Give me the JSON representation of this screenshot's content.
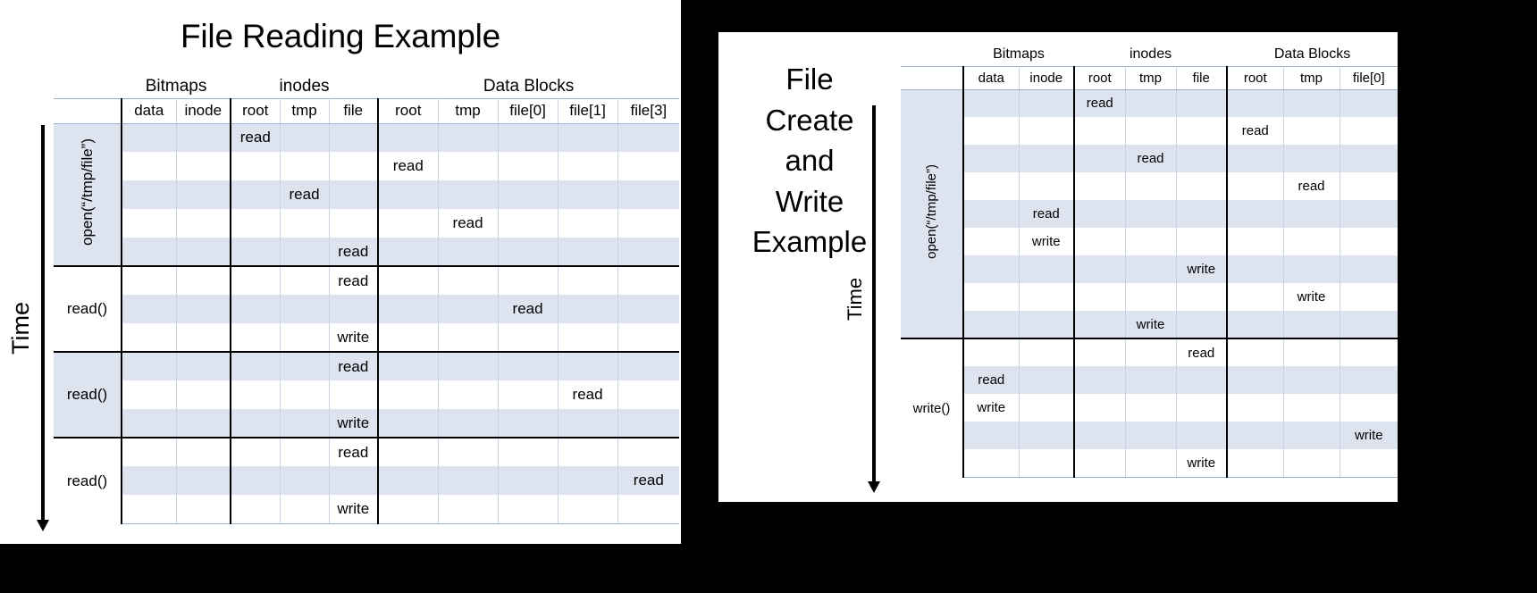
{
  "background_color": "#000000",
  "panel_color": "#ffffff",
  "shade_color": "#dee4ef",
  "rule_color": "#9bb3cf",
  "left_panel": {
    "title": "File Reading Example",
    "time_axis_label": "Time",
    "group_headers": [
      "",
      "Bitmaps",
      "inodes",
      "Data Blocks"
    ],
    "column_headers": [
      "data",
      "inode",
      "root",
      "tmp",
      "file",
      "root",
      "tmp",
      "file[0]",
      "file[1]",
      "file[3]"
    ],
    "operations": [
      {
        "label": "open(“/tmp/file”)",
        "label_vertical": true,
        "rows": [
          {
            "shaded": true,
            "cells": {
              "inode_root": "read"
            }
          },
          {
            "shaded": false,
            "cells": {
              "data_root": "read"
            }
          },
          {
            "shaded": true,
            "cells": {
              "inode_tmp": "read"
            }
          },
          {
            "shaded": false,
            "cells": {
              "data_tmp": "read"
            }
          },
          {
            "shaded": true,
            "cells": {
              "inode_file": "read"
            }
          }
        ]
      },
      {
        "label": "read()",
        "label_vertical": false,
        "rows": [
          {
            "shaded": false,
            "cells": {
              "inode_file": "read"
            }
          },
          {
            "shaded": true,
            "cells": {
              "data_file0": "read"
            }
          },
          {
            "shaded": false,
            "cells": {
              "inode_file": "write"
            }
          }
        ]
      },
      {
        "label": "read()",
        "label_vertical": false,
        "rows": [
          {
            "shaded": true,
            "cells": {
              "inode_file": "read"
            }
          },
          {
            "shaded": false,
            "cells": {
              "data_file1": "read"
            }
          },
          {
            "shaded": true,
            "cells": {
              "inode_file": "write"
            }
          }
        ]
      },
      {
        "label": "read()",
        "label_vertical": false,
        "rows": [
          {
            "shaded": false,
            "cells": {
              "inode_file": "read"
            }
          },
          {
            "shaded": true,
            "cells": {
              "data_file3": "read"
            }
          },
          {
            "shaded": false,
            "cells": {
              "inode_file": "write"
            }
          }
        ]
      }
    ]
  },
  "right_panel": {
    "title": "File Create and Write Example",
    "title_lines": [
      "File",
      "Create",
      "and",
      "Write",
      "Example"
    ],
    "time_axis_label": "Time",
    "group_headers": [
      "",
      "Bitmaps",
      "inodes",
      "Data Blocks"
    ],
    "column_headers": [
      "data",
      "inode",
      "root",
      "tmp",
      "file",
      "root",
      "tmp",
      "file[0]"
    ],
    "operations": [
      {
        "label": "open(“/tmp/file”)",
        "label_vertical": true,
        "rows": [
          {
            "shaded": true,
            "cells": {
              "inode_root": "read"
            }
          },
          {
            "shaded": false,
            "cells": {
              "data_root": "read"
            }
          },
          {
            "shaded": true,
            "cells": {
              "inode_tmp": "read"
            }
          },
          {
            "shaded": false,
            "cells": {
              "data_tmp": "read"
            }
          },
          {
            "shaded": true,
            "cells": {
              "bm_inode": "read"
            }
          },
          {
            "shaded": false,
            "cells": {
              "bm_inode": "write"
            }
          },
          {
            "shaded": true,
            "cells": {
              "inode_file": "write"
            }
          },
          {
            "shaded": false,
            "cells": {
              "data_tmp": "write"
            }
          },
          {
            "shaded": true,
            "cells": {
              "inode_tmp": "write"
            }
          }
        ]
      },
      {
        "label": "write()",
        "label_vertical": false,
        "rows": [
          {
            "shaded": false,
            "cells": {
              "inode_file": "read"
            }
          },
          {
            "shaded": true,
            "cells": {
              "bm_data": "read"
            }
          },
          {
            "shaded": false,
            "cells": {
              "bm_data": "write"
            }
          },
          {
            "shaded": true,
            "cells": {
              "data_file0": "write"
            }
          },
          {
            "shaded": false,
            "cells": {
              "inode_file": "write"
            }
          }
        ]
      }
    ]
  }
}
